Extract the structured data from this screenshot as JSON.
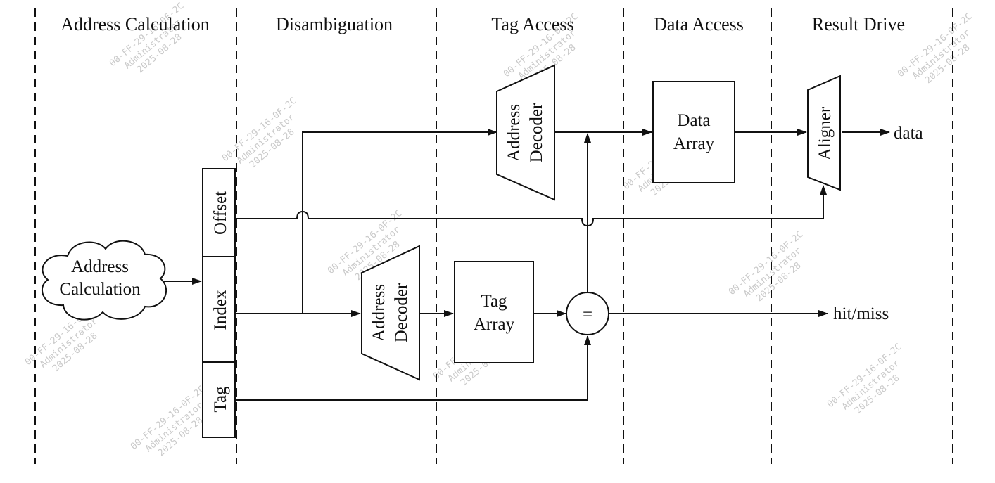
{
  "stages": [
    "Address Calculation",
    "Disambiguation",
    "Tag Access",
    "Data Access",
    "Result Drive"
  ],
  "cloud": {
    "line1": "Address",
    "line2": "Calculation"
  },
  "address_fields": {
    "offset": "Offset",
    "index": "Index",
    "tag": "Tag"
  },
  "upper_decoder": {
    "line1": "Address",
    "line2": "Decoder"
  },
  "lower_decoder": {
    "line1": "Address",
    "line2": "Decoder"
  },
  "data_array": {
    "line1": "Data",
    "line2": "Array"
  },
  "tag_array": {
    "line1": "Tag",
    "line2": "Array"
  },
  "comparator": {
    "symbol": "="
  },
  "aligner": {
    "label": "Aligner"
  },
  "outputs": {
    "data": "data",
    "hit_miss": "hit/miss"
  },
  "watermark": {
    "line1": "00-FF-29-16-0F-2C",
    "line2": "Administrator",
    "line3": "2025-08-28"
  }
}
